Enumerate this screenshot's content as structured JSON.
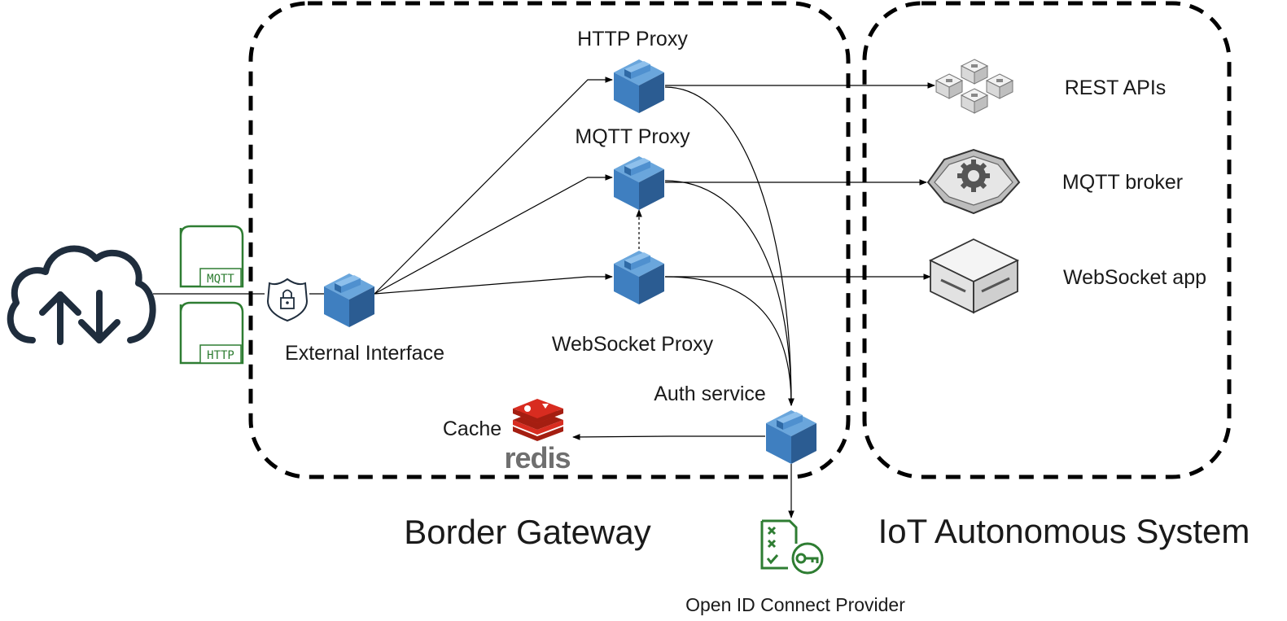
{
  "groups": {
    "border_gateway": "Border Gateway",
    "iot_system": "IoT Autonomous System"
  },
  "nodes": {
    "http_proxy": "HTTP Proxy",
    "mqtt_proxy": "MQTT Proxy",
    "websocket_proxy": "WebSocket Proxy",
    "external_interface": "External Interface",
    "auth_service": "Auth service",
    "cache": "Cache",
    "redis": "redis",
    "rest_apis": "REST APIs",
    "mqtt_broker": "MQTT broker",
    "websocket_app": "WebSocket app",
    "oidc_provider": "Open ID Connect Provider"
  },
  "protocol_tags": {
    "mqtt": "MQTT",
    "http": "HTTP"
  },
  "icons": {
    "internet": "cloud-upload-download-icon",
    "security": "shield-lock-icon",
    "service": "blue-cube-icon",
    "rest": "cube-cluster-icon",
    "broker": "gear-appliance-icon",
    "app": "server-box-icon",
    "cache": "redis-logo",
    "oidc": "checklist-key-icon"
  },
  "colors": {
    "cube_top": "#5b9bd5",
    "cube_left": "#3d78b5",
    "cube_right": "#2c5d8f",
    "protocol_green": "#2e7d32",
    "redis_red": "#d82c20",
    "cloud_dark": "#1f2d3d"
  }
}
